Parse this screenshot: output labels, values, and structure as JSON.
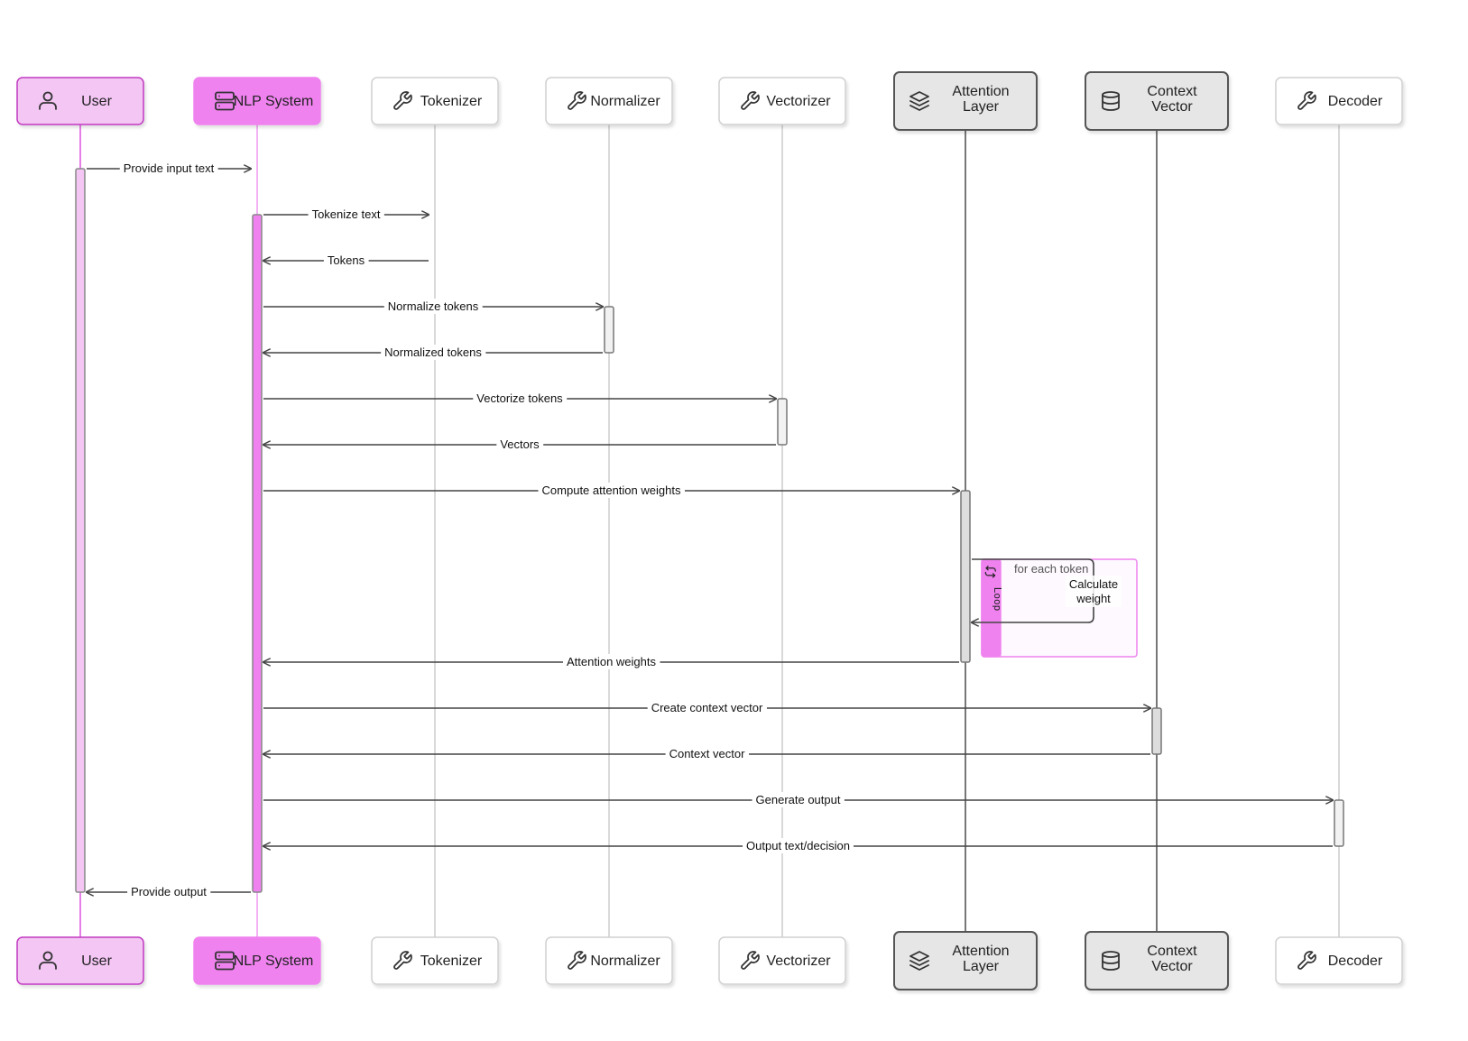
{
  "participants": [
    {
      "id": "user",
      "label": "User",
      "icon": "user-icon",
      "style": "user",
      "fill": "#f4c6f4",
      "stroke": "#c13bc1",
      "life": "#e77ee7"
    },
    {
      "id": "nlp",
      "label": "NLP System",
      "icon": "server-icon",
      "style": "nlp",
      "fill": "#ef82ef",
      "stroke": "#ef82ef",
      "life": "#f3b3f3"
    },
    {
      "id": "tokenizer",
      "label": "Tokenizer",
      "icon": "wrench-icon",
      "style": "plain",
      "fill": "#ffffff",
      "stroke": "#d0d0d0",
      "life": "#d9d9d9"
    },
    {
      "id": "normalizer",
      "label": "Normalizer",
      "icon": "wrench-icon",
      "style": "plain",
      "fill": "#ffffff",
      "stroke": "#d0d0d0",
      "life": "#d9d9d9"
    },
    {
      "id": "vectorizer",
      "label": "Vectorizer",
      "icon": "wrench-icon",
      "style": "plain",
      "fill": "#ffffff",
      "stroke": "#d0d0d0",
      "life": "#d9d9d9"
    },
    {
      "id": "attention",
      "label": "Attention Layer",
      "lines": [
        "Attention",
        "Layer"
      ],
      "icon": "layers-icon",
      "style": "gray",
      "fill": "#e6e6e6",
      "stroke": "#555555",
      "life": "#777777"
    },
    {
      "id": "context",
      "label": "Context Vector",
      "lines": [
        "Context",
        "Vector"
      ],
      "icon": "database-icon",
      "style": "gray",
      "fill": "#e6e6e6",
      "stroke": "#555555",
      "life": "#777777"
    },
    {
      "id": "decoder",
      "label": "Decoder",
      "icon": "wrench-icon",
      "style": "plain",
      "fill": "#ffffff",
      "stroke": "#d0d0d0",
      "life": "#d9d9d9"
    }
  ],
  "messages": [
    {
      "from": "user",
      "to": "nlp",
      "label": "Provide input text"
    },
    {
      "from": "nlp",
      "to": "tokenizer",
      "label": "Tokenize text"
    },
    {
      "from": "tokenizer",
      "to": "nlp",
      "label": "Tokens"
    },
    {
      "from": "nlp",
      "to": "normalizer",
      "label": "Normalize tokens"
    },
    {
      "from": "normalizer",
      "to": "nlp",
      "label": "Normalized tokens"
    },
    {
      "from": "nlp",
      "to": "vectorizer",
      "label": "Vectorize tokens"
    },
    {
      "from": "vectorizer",
      "to": "nlp",
      "label": "Vectors"
    },
    {
      "from": "nlp",
      "to": "attention",
      "label": "Compute attention weights"
    },
    {
      "from": "attention",
      "to": "attention",
      "label": "Calculate weight",
      "lines": [
        "Calculate",
        "weight"
      ]
    },
    {
      "from": "attention",
      "to": "nlp",
      "label": "Attention weights"
    },
    {
      "from": "nlp",
      "to": "context",
      "label": "Create context vector"
    },
    {
      "from": "context",
      "to": "nlp",
      "label": "Context vector"
    },
    {
      "from": "nlp",
      "to": "decoder",
      "label": "Generate output"
    },
    {
      "from": "decoder",
      "to": "nlp",
      "label": "Output text/decision"
    },
    {
      "from": "nlp",
      "to": "user",
      "label": "Provide output"
    }
  ],
  "loop": {
    "tag": "Loop",
    "condition": "for each token",
    "icon": "loop-icon",
    "color": "#ef82ef"
  },
  "colors": {
    "arrow": "#444444",
    "gray_activation": "#dddddd",
    "plain_activation": "#f2f2f2"
  }
}
